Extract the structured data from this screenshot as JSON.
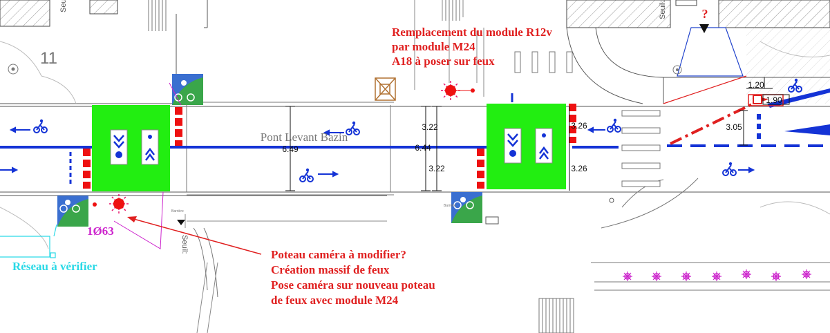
{
  "plan": {
    "lot_number": "11",
    "bridge_name": "Pont Levant Bazin",
    "threshold_label": "Seuil:",
    "barrier_label": "Barrière",
    "question_mark": "?",
    "pole_id": "1Ø63"
  },
  "dimensions": {
    "left_half_top": "3.22",
    "left_half_bottom": "3.22",
    "left_total": "6.49",
    "mid_total": "6.44",
    "right_half_top": "3.26",
    "right_half_bottom": "3.26",
    "right_side": "3.05",
    "box_a": "1.20",
    "box_b": "1.90"
  },
  "annotations": {
    "top_right": [
      "Remplacement du module R12v",
      "par module M24",
      "A18 à poser sur feux"
    ],
    "bottom_center": [
      "Poteau caméra à modifier?",
      "Création massif de feux",
      "Pose caméra sur nouveau poteau",
      "de feux avec module M24"
    ],
    "network": "Réseau à vérifier"
  },
  "colors": {
    "bike_lane": "#1433d6",
    "signal_zone": "#22ee11",
    "stop_marks": "#ee1111",
    "camera": "#e8156b",
    "annotation": "#e02020",
    "network": "#29d9e6",
    "pole_label": "#cc22cc",
    "sign_green": "#3aa64a",
    "sign_blue": "#3a6fd0"
  },
  "icons": [
    "bicycle-icon",
    "camera-icon",
    "traffic-light-icon",
    "greenway-sign-icon",
    "cycle-lane-sign-icon",
    "north-arrow-icon"
  ]
}
